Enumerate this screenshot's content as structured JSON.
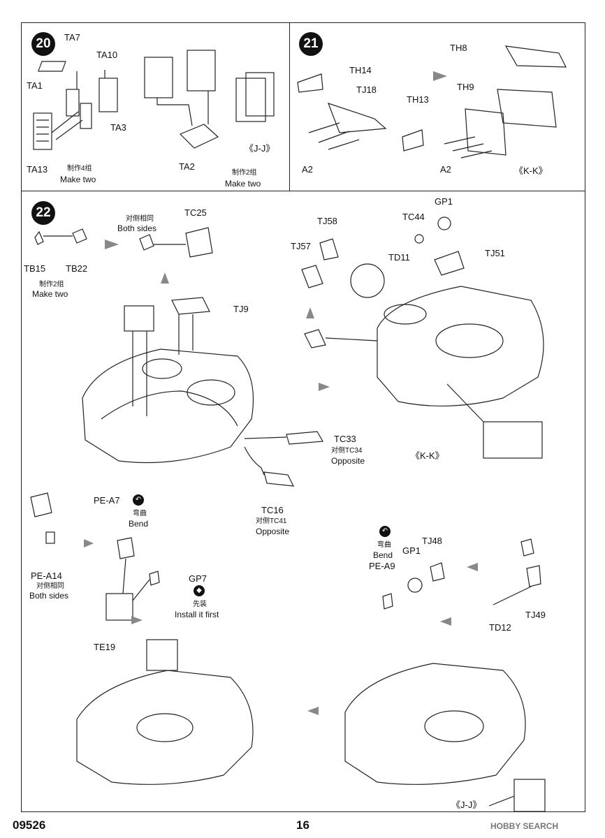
{
  "steps": {
    "s20": {
      "number": "20",
      "parts": {
        "ta7": "TA7",
        "ta10": "TA10",
        "ta1": "TA1",
        "ta3": "TA3",
        "ta13": "TA13",
        "ta2": "TA2"
      },
      "make4_cn": "制作4组",
      "make4_en": "Make two",
      "make2_cn": "制作2组",
      "make2_en": "Make two",
      "view": "《J-J》"
    },
    "s21": {
      "number": "21",
      "parts": {
        "th8": "TH8",
        "th14": "TH14",
        "tj18": "TJ18",
        "th13": "TH13",
        "th9": "TH9",
        "a2_left": "A2",
        "a2_right": "A2"
      },
      "view": "《K-K》"
    },
    "s22": {
      "number": "22",
      "parts": {
        "tb15": "TB15",
        "tb22": "TB22",
        "tc25": "TC25",
        "tj9": "TJ9",
        "tj58": "TJ58",
        "tj57": "TJ57",
        "tc44": "TC44",
        "gp1_top": "GP1",
        "td11": "TD11",
        "tj51": "TJ51",
        "tc33": "TC33",
        "tc16": "TC16",
        "pe_a7": "PE-A7",
        "pe_a14": "PE-A14",
        "gp7": "GP7",
        "te19": "TE19",
        "pe_a9": "PE-A9",
        "gp1_bottom": "GP1",
        "tj48": "TJ48",
        "td12": "TD12",
        "tj49": "TJ49"
      },
      "both_sides_cn": "对侧相同",
      "both_sides_en": "Both sides",
      "make2_cn": "制作2组",
      "make2_en": "Make two",
      "tc34_cn": "对侧TC34",
      "tc34_en": "Opposite",
      "tc41_cn": "对侧TC41",
      "tc41_en": "Opposite",
      "bend_cn": "弯曲",
      "bend_en": "Bend",
      "pe_a14_cn": "对侧相同",
      "pe_a14_en": "Both sides",
      "install_cn": "先装",
      "install_en": "Install it first",
      "bend2_cn": "弯曲",
      "bend2_en": "Bend",
      "view_kk": "《K-K》",
      "view_jj": "《J-J》"
    }
  },
  "icons": {
    "bend": "bend-icon",
    "install_first": "install-first-icon"
  },
  "footer": {
    "code": "09526",
    "page": "16",
    "watermark": "HOBBY SEARCH"
  }
}
